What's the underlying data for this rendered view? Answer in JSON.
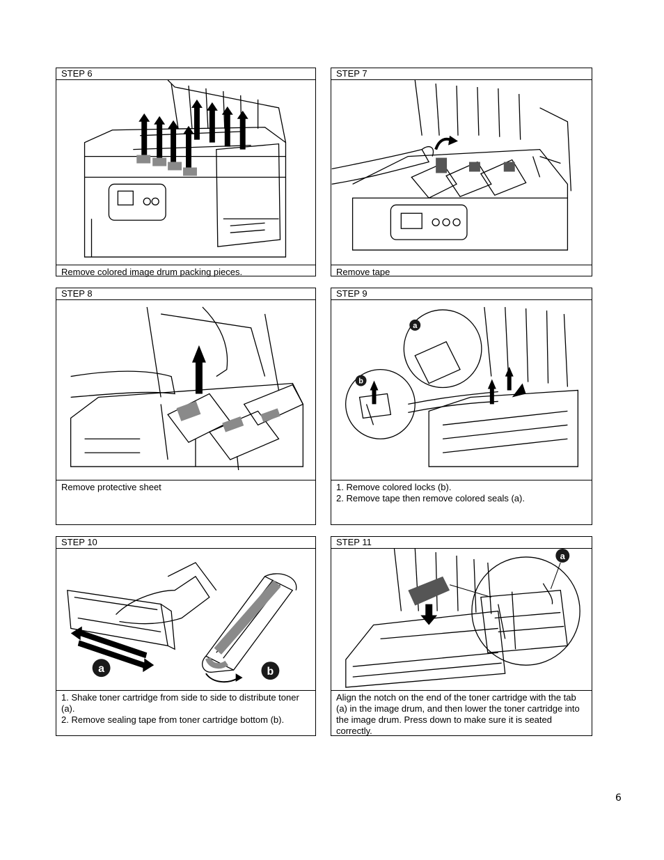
{
  "steps": [
    {
      "label": "STEP 6",
      "caption": [
        "Remove colored image drum packing pieces."
      ]
    },
    {
      "label": "STEP 7",
      "caption": [
        "Remove tape"
      ]
    },
    {
      "label": "STEP 8",
      "caption": [
        "Remove protective sheet"
      ]
    },
    {
      "label": "STEP 9",
      "caption": [
        "1. Remove colored locks (b).",
        "2. Remove tape then remove colored seals (a)."
      ]
    },
    {
      "label": "STEP 10",
      "caption": [
        "1. Shake toner cartridge from side to side to distribute toner (a).",
        "2. Remove sealing tape from toner cartridge bottom (b)."
      ]
    },
    {
      "label": "STEP 11",
      "caption": [
        "Align the notch on the end of the toner cartridge with the tab (a) in the image drum, and then lower the toner cartridge into the image drum. Press down to make sure it is seated correctly."
      ]
    }
  ],
  "callouts": {
    "a": "a",
    "b": "b"
  },
  "page_number": "6",
  "colors": {
    "line": "#000000",
    "callout_fill": "#1a1a1a",
    "tape_gray": "#8a8a8a"
  }
}
